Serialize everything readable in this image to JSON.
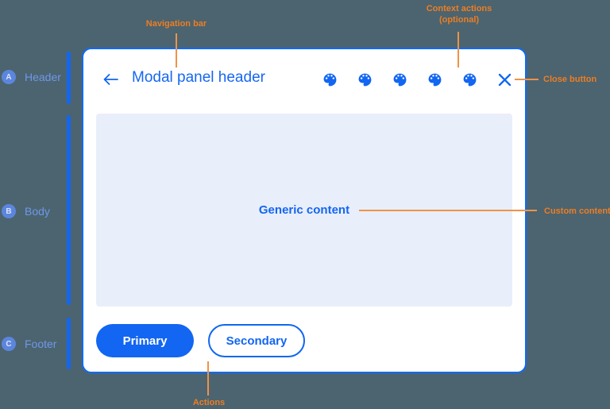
{
  "colors": {
    "background": "#4b6470",
    "accent_blue": "#1266f1",
    "modal_border": "#0d6bfa",
    "body_fill": "#e9eefb",
    "annotation_orange": "#ee7d22",
    "side_label_blue": "#7097e8"
  },
  "annotations": {
    "navigation_bar": "Navigation bar",
    "context_actions_line1": "Context actions",
    "context_actions_line2": "(optional)",
    "close_button": "Close button",
    "custom_content": "Custom content",
    "actions": "Actions"
  },
  "side_labels": [
    {
      "badge": "A",
      "label": "Header"
    },
    {
      "badge": "B",
      "label": "Body"
    },
    {
      "badge": "C",
      "label": "Footer"
    }
  ],
  "modal": {
    "header": {
      "title": "Modal panel header",
      "back_icon": "arrow-left-icon",
      "context_actions_count": 5,
      "context_action_icon": "palette-icon",
      "close_icon": "close-icon"
    },
    "body": {
      "content": "Generic content"
    },
    "footer": {
      "primary_label": "Primary",
      "secondary_label": "Secondary"
    }
  }
}
